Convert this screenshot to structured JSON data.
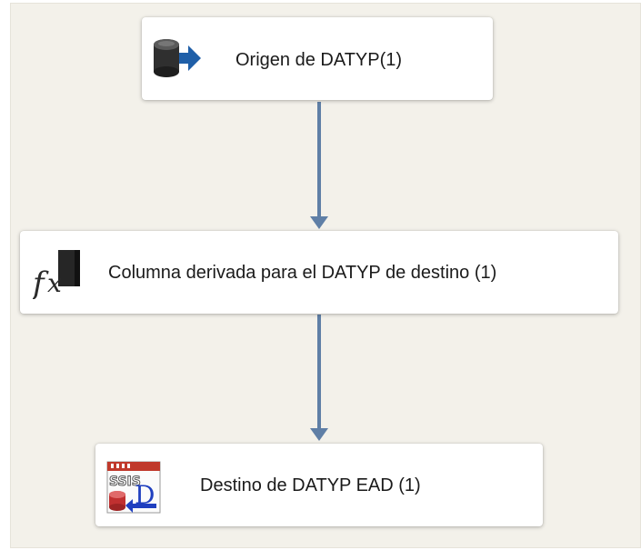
{
  "dataflow": {
    "nodes": [
      {
        "label": "Origen de DATYP(1)",
        "icon": "database-source-icon"
      },
      {
        "label": "Columna derivada para el DATYP de destino (1)",
        "icon": "derived-column-fx-icon"
      },
      {
        "label": "Destino de DATYP EAD (1)",
        "icon": "ssis-destination-icon"
      }
    ],
    "colors": {
      "canvas": "#f3f1ea",
      "connector": "#5f7fa6",
      "node_bg": "#ffffff",
      "text": "#1a1a1a"
    }
  }
}
